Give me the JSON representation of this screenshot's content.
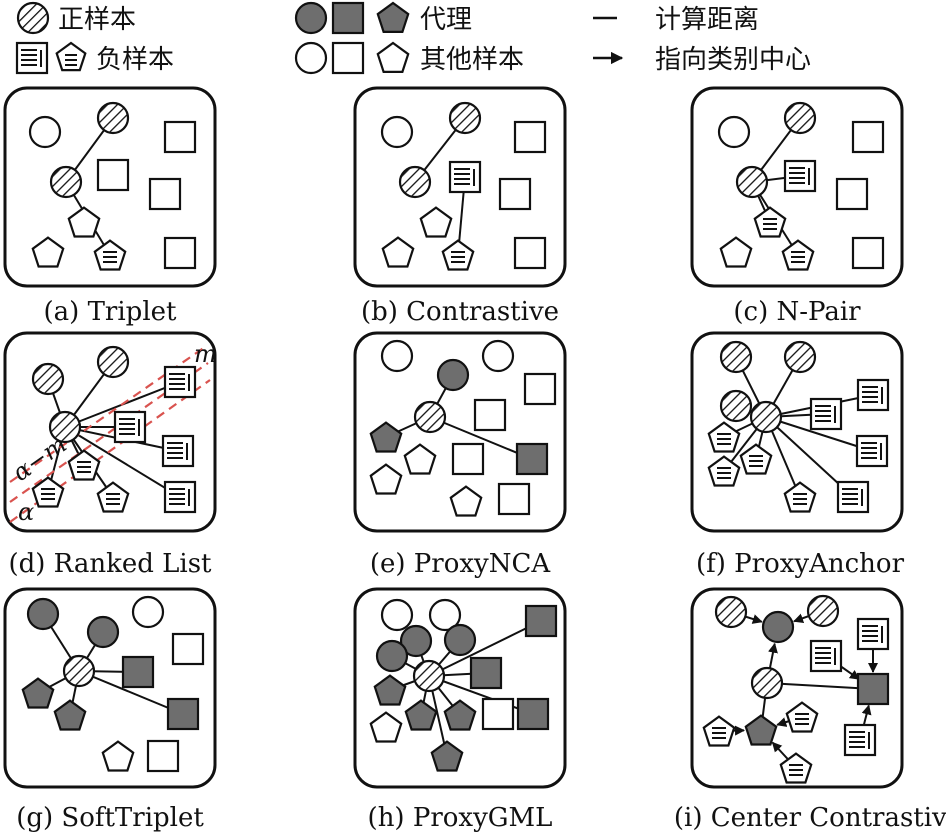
{
  "legend": {
    "positive": "正样本",
    "negative": "负样本",
    "proxy": "代理",
    "other": "其他样本",
    "distance": "计算距离",
    "toward_center": "指向类别中心"
  },
  "panels": [
    {
      "caption": "(a) Triplet"
    },
    {
      "caption": "(b) Contrastive"
    },
    {
      "caption": "(c) N-Pair"
    },
    {
      "caption": "(d) Ranked List",
      "labels": {
        "m": "m",
        "alpha_minus_m": "α−m",
        "alpha": "α"
      }
    },
    {
      "caption": "(e) ProxyNCA"
    },
    {
      "caption": "(f) ProxyAnchor"
    },
    {
      "caption": "(g) SoftTriplet"
    },
    {
      "caption": "(h) ProxyGML"
    },
    {
      "caption": "(i) Center Contrastive"
    }
  ],
  "colors": {
    "proxy_fill": "#6e6e6e",
    "margin_line": "#d9534f"
  }
}
